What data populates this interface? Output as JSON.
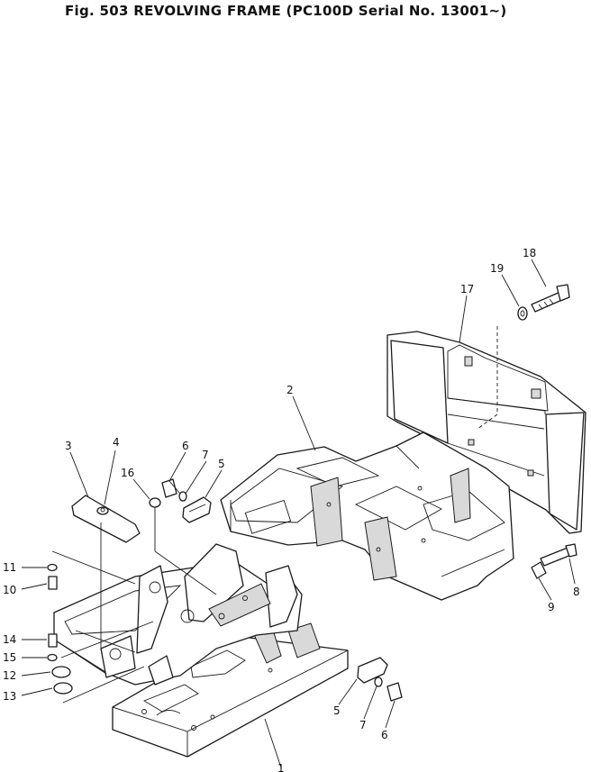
{
  "title": {
    "text": "Fig. 503   REVOLVING FRAME  (PC100D Serial No. 13001~)"
  },
  "callouts": [
    {
      "id": "c1",
      "label": "1"
    },
    {
      "id": "c2",
      "label": "2"
    },
    {
      "id": "c3",
      "label": "3"
    },
    {
      "id": "c4",
      "label": "4"
    },
    {
      "id": "c5a",
      "label": "5"
    },
    {
      "id": "c5b",
      "label": "5"
    },
    {
      "id": "c6a",
      "label": "6"
    },
    {
      "id": "c6b",
      "label": "6"
    },
    {
      "id": "c7a",
      "label": "7"
    },
    {
      "id": "c7b",
      "label": "7"
    },
    {
      "id": "c8",
      "label": "8"
    },
    {
      "id": "c9",
      "label": "9"
    },
    {
      "id": "c10",
      "label": "10"
    },
    {
      "id": "c11",
      "label": "11"
    },
    {
      "id": "c12",
      "label": "12"
    },
    {
      "id": "c13",
      "label": "13"
    },
    {
      "id": "c14",
      "label": "14"
    },
    {
      "id": "c15",
      "label": "15"
    },
    {
      "id": "c16",
      "label": "16"
    },
    {
      "id": "c17",
      "label": "17"
    },
    {
      "id": "c18",
      "label": "18"
    },
    {
      "id": "c19",
      "label": "19"
    }
  ]
}
